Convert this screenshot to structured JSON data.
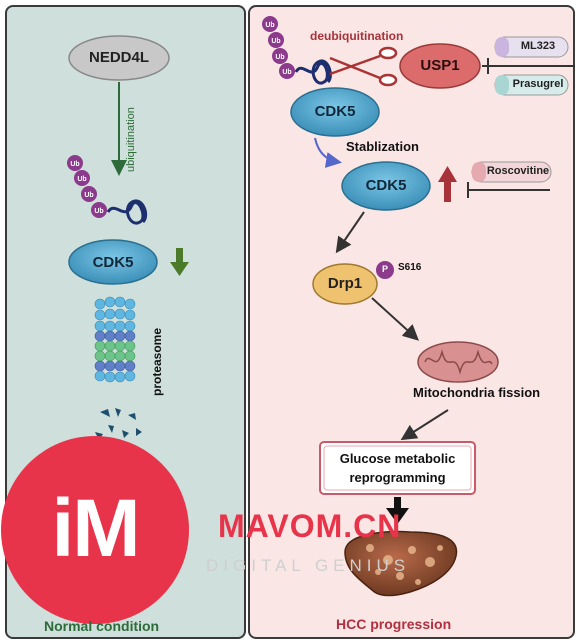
{
  "left_panel": {
    "nedd4l": "NEDD4L",
    "ubiquitination": "ubiquitination",
    "cdk5": "CDK5",
    "ub_label": "Ub",
    "proteasome": "proteasome",
    "condition": "Normal condition"
  },
  "right_panel": {
    "deubiquitination": "deubiquitination",
    "usp1": "USP1",
    "inhibitor_1": "ML323",
    "inhibitor_2": "Prasugrel",
    "cdk5_top": "CDK5",
    "stabilization": "Stablization",
    "cdk5_mid": "CDK5",
    "roscovitine": "Roscovitine",
    "drp1": "Drp1",
    "phospho": "P",
    "s616": "S616",
    "mito_fission": "Mitochondria fission",
    "glucose_line1": "Glucose metabolic",
    "glucose_line2": "reprogramming",
    "hcc": "HCC progression"
  },
  "watermark": {
    "logo_text": "iM",
    "brand": "MAVOM.CN",
    "tagline": "DIGITAL GENIUS"
  },
  "colors": {
    "left_bg": "#cfdfdb",
    "right_bg": "#fbe6e6",
    "cdk5_fill": "#4aa3c8",
    "ub_fill": "#8b3a8c",
    "usp1_fill": "#dc6c6c",
    "drp1_fill": "#efc270",
    "green_arrow": "#4a7a2a",
    "red_arrow": "#a8323a",
    "hcc_text": "#b03040",
    "normal_text": "#2e6b3a",
    "watermark_red": "#e8344a"
  }
}
